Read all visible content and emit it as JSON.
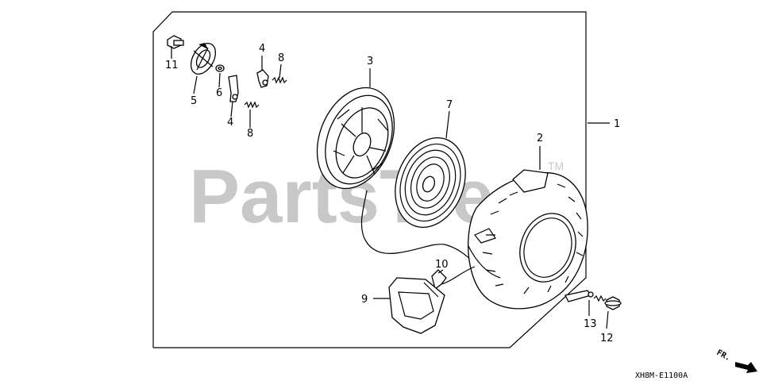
{
  "watermark": {
    "text": "PartsTree",
    "tm": "TM"
  },
  "diagram_code": "XH8M-E1100A",
  "direction": "FR.",
  "callouts": {
    "c1": "1",
    "c2": "2",
    "c3": "3",
    "c4a": "4",
    "c4b": "4",
    "c5": "5",
    "c6": "6",
    "c7": "7",
    "c8a": "8",
    "c8b": "8",
    "c9": "9",
    "c10": "10",
    "c11": "11",
    "c12": "12",
    "c13": "13"
  }
}
